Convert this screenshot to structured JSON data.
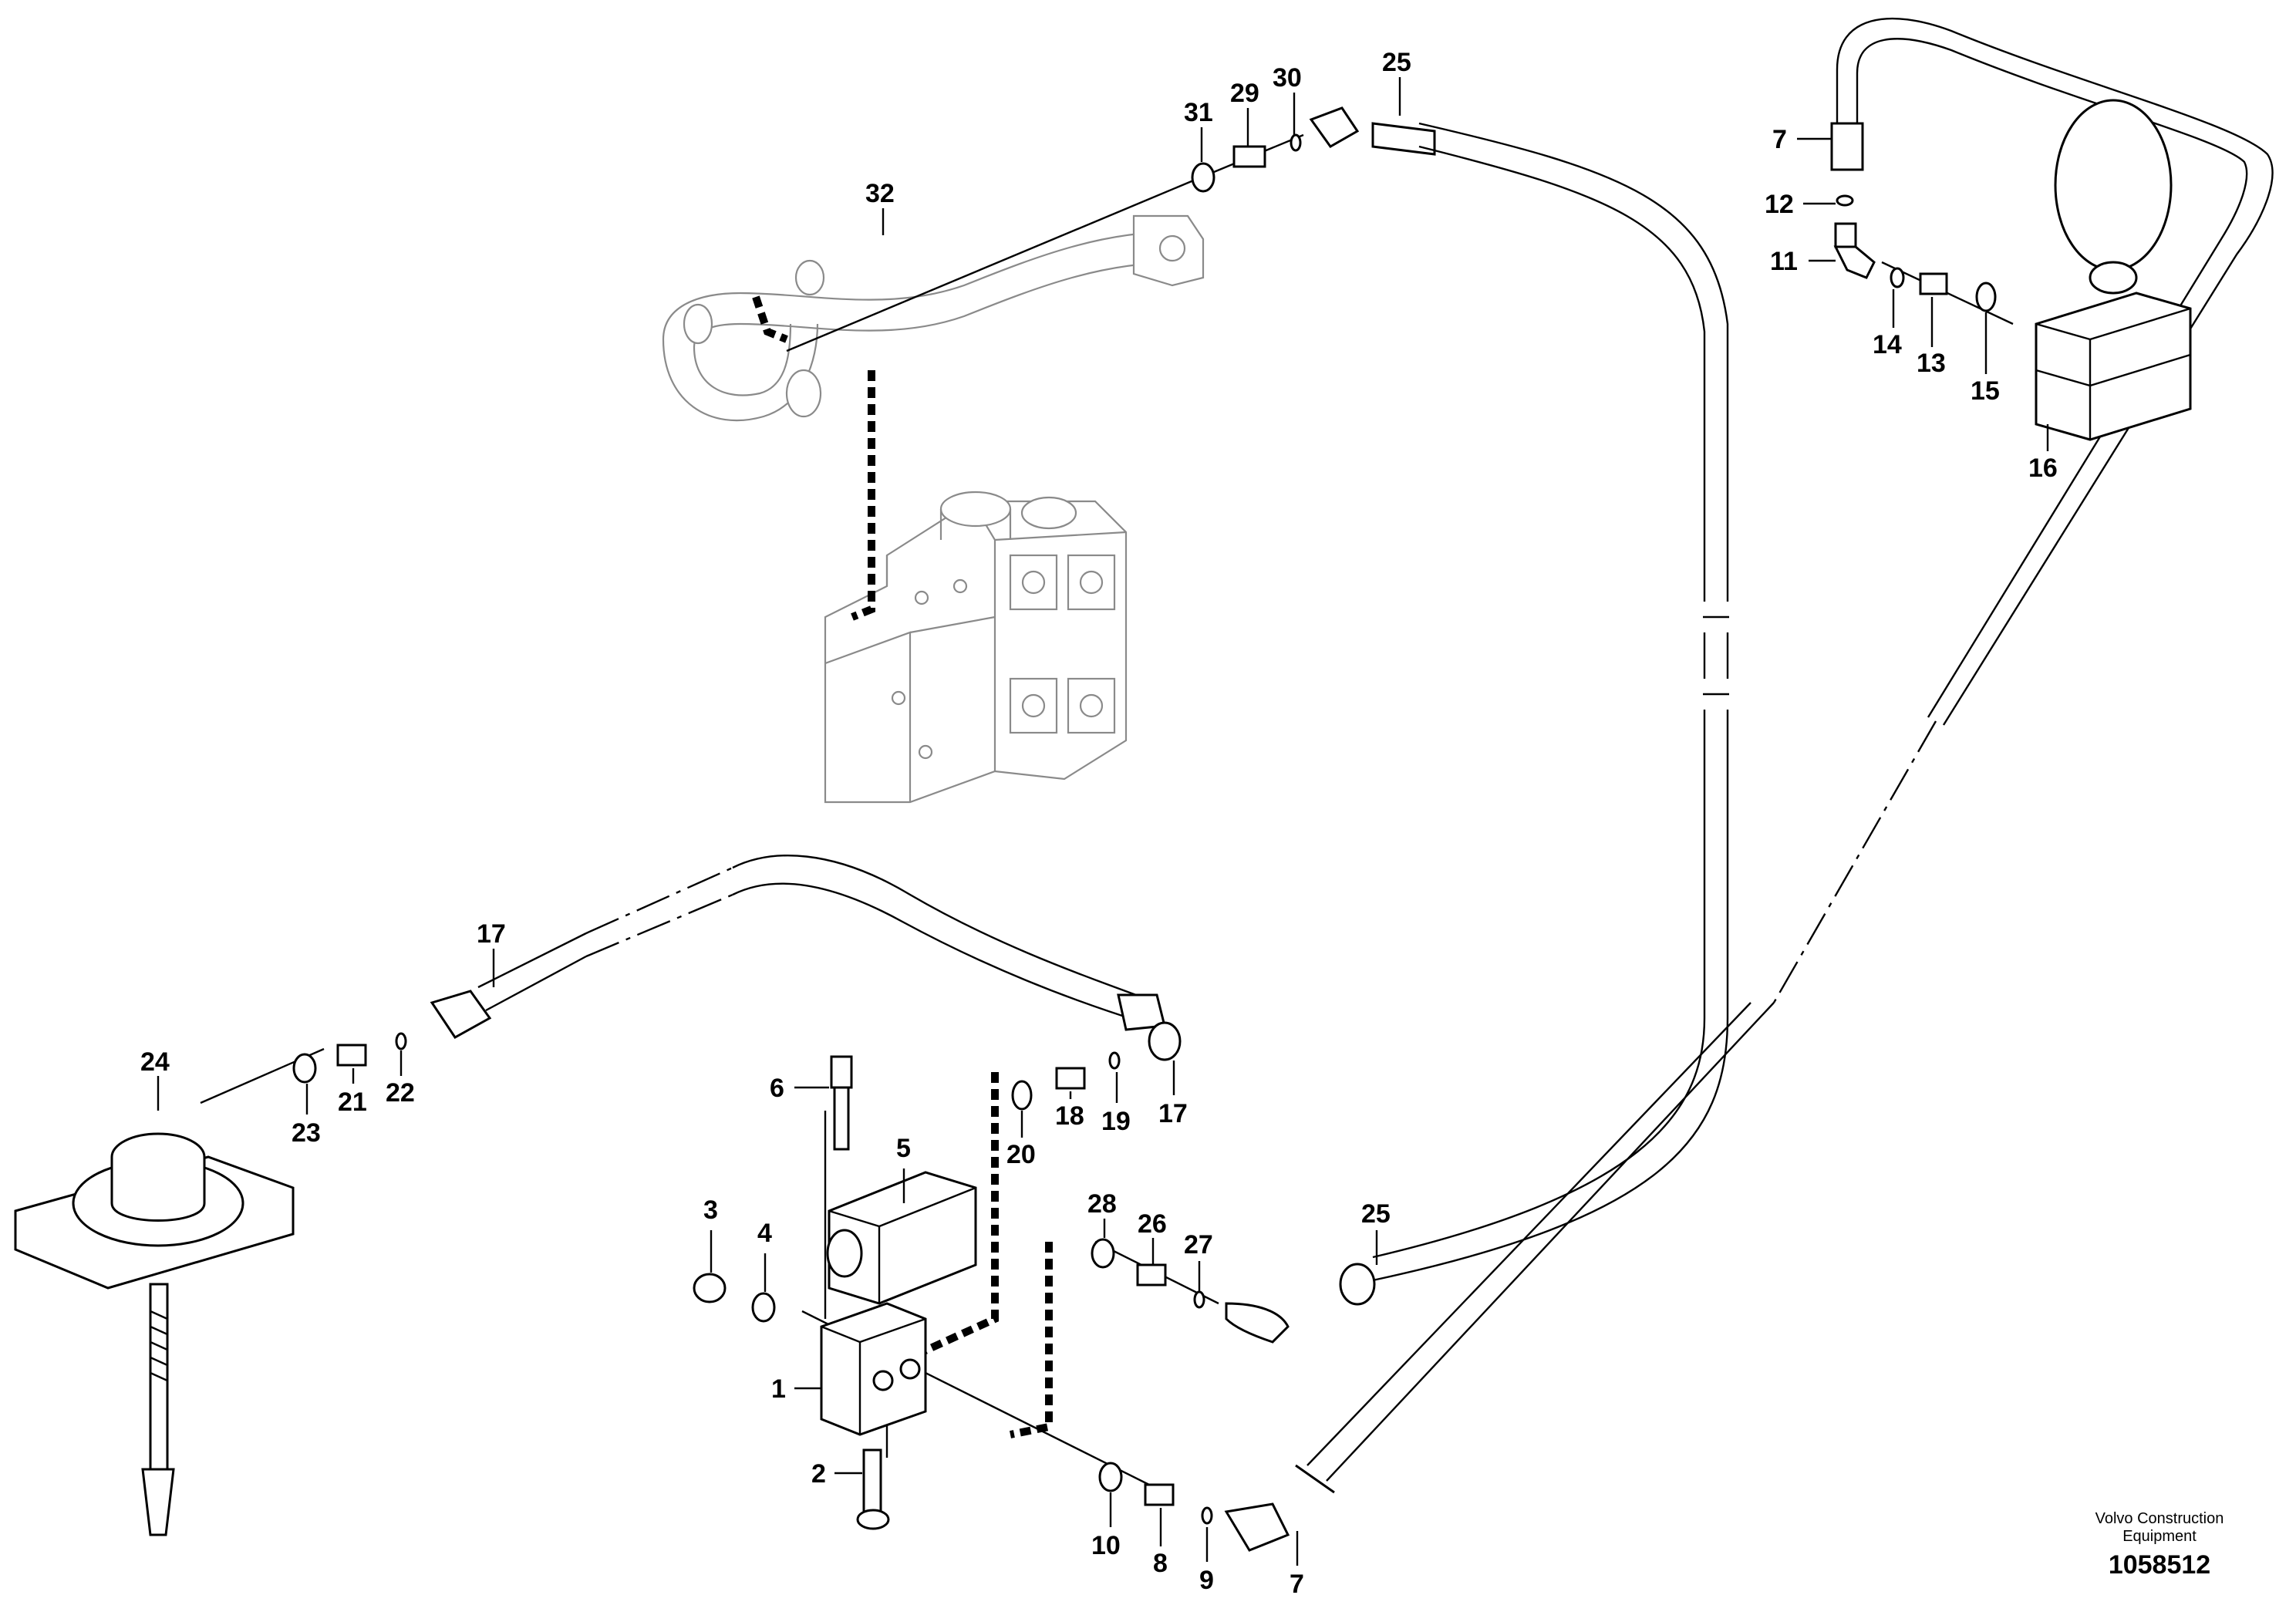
{
  "diagram": {
    "callouts": [
      "1",
      "2",
      "3",
      "4",
      "5",
      "6",
      "7",
      "8",
      "9",
      "10",
      "11",
      "12",
      "13",
      "14",
      "15",
      "16",
      "17",
      "18",
      "19",
      "20",
      "21",
      "22",
      "23",
      "24",
      "25",
      "26",
      "27",
      "28",
      "29",
      "30",
      "31",
      "32"
    ]
  },
  "footer": {
    "brand_line1": "Volvo Construction",
    "brand_line2": "Equipment",
    "drawing_number": "1058512"
  }
}
